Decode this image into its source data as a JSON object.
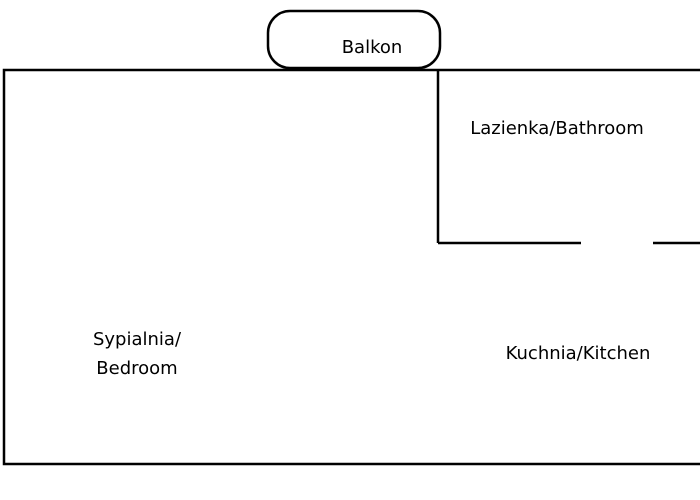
{
  "rooms": {
    "balcony": "Balkon",
    "bathroom": "Lazienka/Bathroom",
    "bedroom_line1": "Sypialnia/",
    "bedroom_line2": "Bedroom",
    "kitchen": "Kuchnia/Kitchen"
  }
}
